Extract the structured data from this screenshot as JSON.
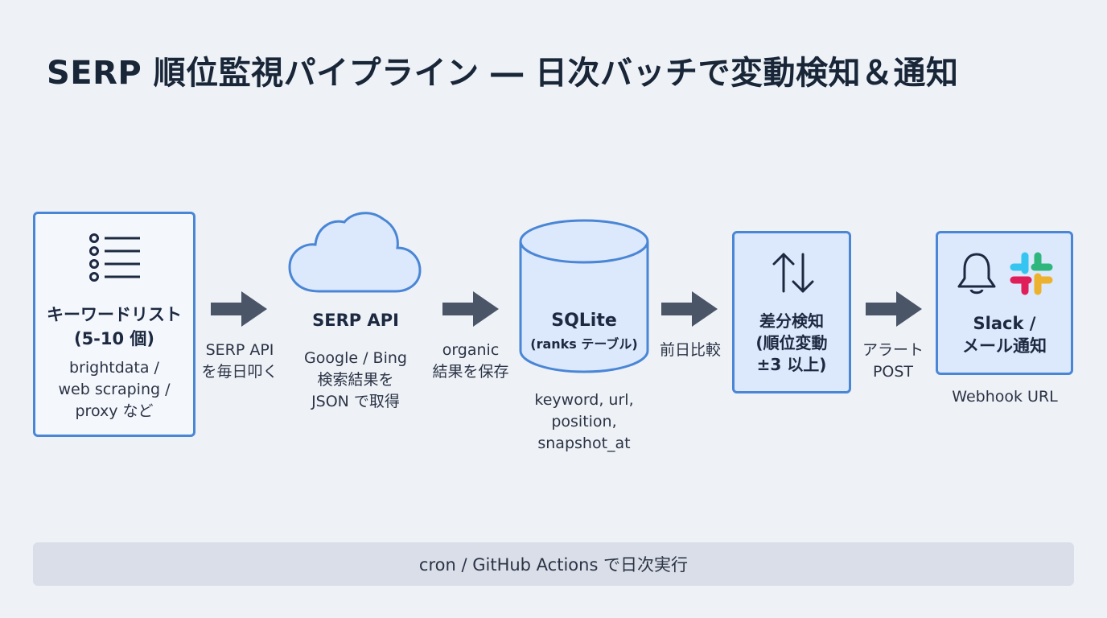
{
  "title": "SERP 順位監視パイプライン ― 日次バッチで変動検知＆通知",
  "nodes": {
    "keywords": {
      "title_line1": "キーワードリスト",
      "title_line2": "(5-10 個)",
      "desc_line1": "brightdata /",
      "desc_line2": "web scraping /",
      "desc_line3": "proxy など",
      "icon": "list-icon"
    },
    "serp_api": {
      "title": "SERP API",
      "desc_line1": "Google / Bing",
      "desc_line2": "検索結果を",
      "desc_line3": "JSON で取得",
      "icon": "cloud-icon"
    },
    "sqlite": {
      "title": "SQLite",
      "subtitle": "(ranks テーブル)",
      "desc_line1": "keyword, url,",
      "desc_line2": "position,",
      "desc_line3": "snapshot_at",
      "icon": "database-icon"
    },
    "diff": {
      "title_line1": "差分検知",
      "title_line2": "(順位変動",
      "title_line3": "±3 以上)",
      "icon": "up-down-arrows-icon"
    },
    "notify": {
      "title_line1": "Slack /",
      "title_line2": "メール通知",
      "desc": "Webhook URL",
      "icons": [
        "bell-icon",
        "slack-icon"
      ]
    }
  },
  "edges": [
    {
      "line1": "SERP API",
      "line2": "を毎日叩く"
    },
    {
      "line1": "organic",
      "line2": "結果を保存"
    },
    {
      "line1": "前日比較"
    },
    {
      "line1": "アラート",
      "line2": "POST"
    }
  ],
  "footer": "cron / GitHub Actions で日次実行",
  "colors": {
    "accent": "#4a86d6",
    "box_fill": "#dce8fb",
    "arrow": "#4b5568",
    "background": "#eef2f7",
    "footer_bg": "#d9dee8"
  }
}
